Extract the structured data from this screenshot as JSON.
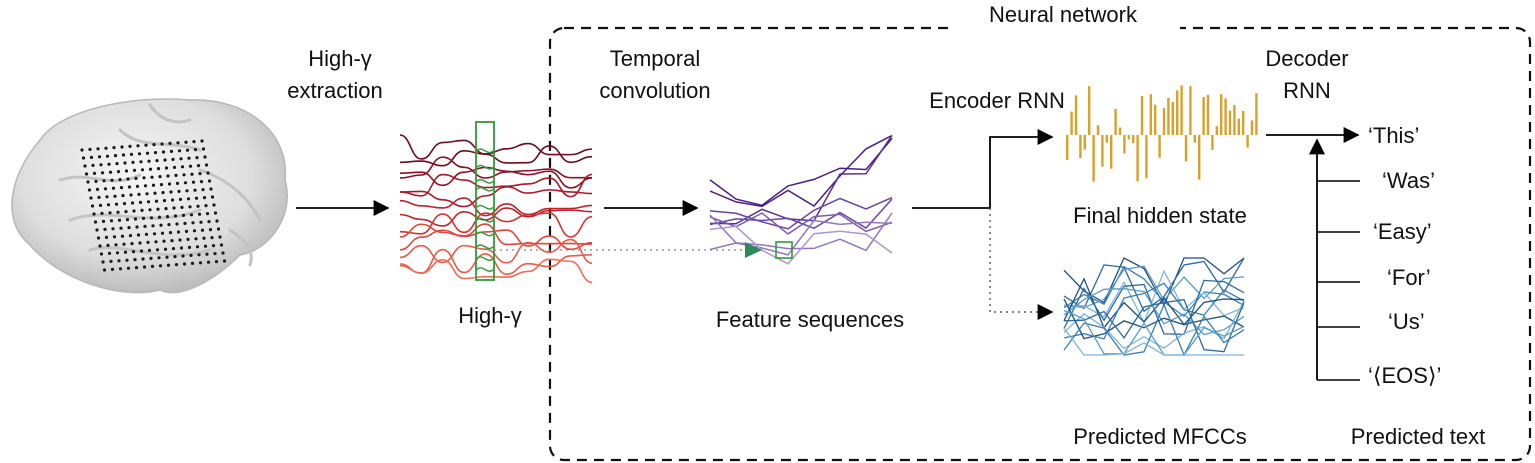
{
  "labels": {
    "neural_network": "Neural network",
    "high_gamma_extraction_1": "High-γ",
    "high_gamma_extraction_2": "extraction",
    "temporal_1": "Temporal",
    "temporal_2": "convolution",
    "encoder_rnn": "Encoder RNN",
    "decoder_1": "Decoder",
    "decoder_2": "RNN",
    "high_gamma": "High-γ",
    "feature_sequences": "Feature sequences",
    "final_hidden_state": "Final hidden state",
    "predicted_mfccs": "Predicted MFCCs",
    "predicted_text": "Predicted text"
  },
  "words": [
    "‘This’",
    "‘Was’",
    "‘Easy’",
    "‘For’",
    "‘Us’",
    "‘⟨EOS⟩’"
  ],
  "colors": {
    "high_gamma": [
      "#6d0a1c",
      "#8c1224",
      "#a81a28",
      "#c0222b",
      "#d4322f",
      "#e0463a",
      "#e85a45",
      "#ee6e52"
    ],
    "features": [
      "#4b1d8a",
      "#5a2f97",
      "#6a44a5",
      "#7c5ab3",
      "#9077c2",
      "#a898d2"
    ],
    "hidden_state": "#d9a12a",
    "mfcc": [
      "#1d4f82",
      "#2b6a9e",
      "#3a80b5",
      "#5a9bcb",
      "#7fb5dc"
    ],
    "window": "#2f9a3a",
    "kernel": "#2e8b57"
  },
  "icons": {
    "brain": "brain-with-electrode-grid-icon"
  }
}
